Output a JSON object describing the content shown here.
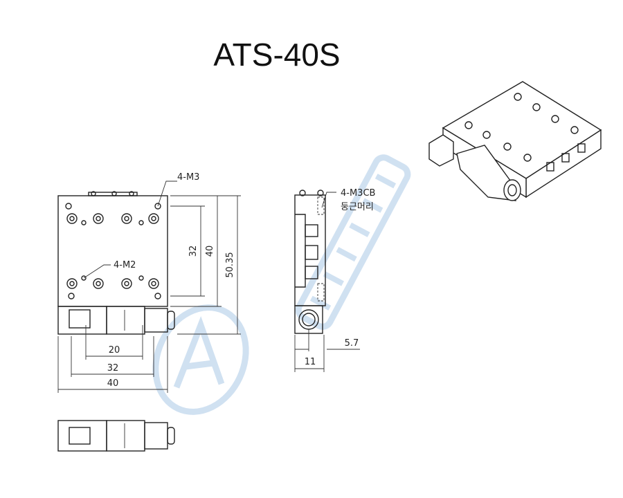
{
  "title": "ATS-40S",
  "labels": {
    "top_holes": "4-M3",
    "center_holes": "4-M2",
    "side_holes": "4-M3CB",
    "side_holes_note": "둥근머리"
  },
  "dimensions": {
    "vertical_inner": "32",
    "vertical_body": "40",
    "vertical_total": "50.35",
    "horizontal_inner": "20",
    "horizontal_mid": "32",
    "horizontal_body": "40",
    "side_width": "11",
    "side_offset": "5.7"
  },
  "colors": {
    "watermark": "#a9c8e6",
    "line": "#222222"
  }
}
